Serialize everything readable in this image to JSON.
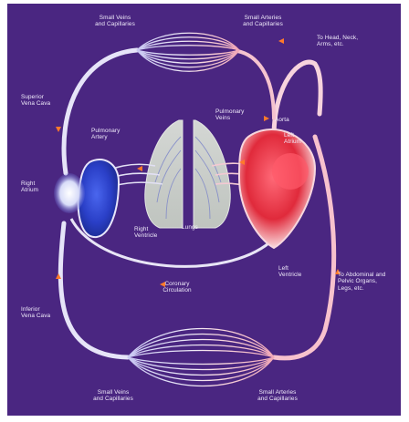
{
  "colors": {
    "background": "#4a2681",
    "frame": "#ffffff",
    "venous": "#3a43c8",
    "arterial": "#e0303a",
    "vessel_light": "#e9e6f7",
    "label_text": "#f1ecfb",
    "arrow": "#ff7a2a"
  },
  "labels": {
    "small_veins_capillaries_top": "Small Veins\nand Capillaries",
    "small_arteries_capillaries_top": "Small Arteries\nand Capillaries",
    "to_head_neck_arms": "To Head, Neck,\nArms, etc.",
    "superior_vena_cava": "Superior\nVena Cava",
    "pulmonary_artery": "Pulmonary\nArtery",
    "pulmonary_veins": "Pulmonary\nVeins",
    "aorta": "Aorta",
    "left_atrium": "Left\nAtrium",
    "right_atrium": "Right\nAtrium",
    "lungs": "Lungs",
    "right_ventricle": "Right\nVentricle",
    "left_ventricle": "Left\nVentricle",
    "coronary_circulation": "Coronary\nCirculation",
    "to_abdominal_pelvic_legs": "To Abdominal and\nPelvic Organs,\nLegs, etc.",
    "inferior_vena_cava": "Inferior\nVena Cava",
    "small_veins_capillaries_bottom": "Small Veins\nand Capillaries",
    "small_arteries_capillaries_bottom": "Small Arteries\nand Capillaries"
  }
}
